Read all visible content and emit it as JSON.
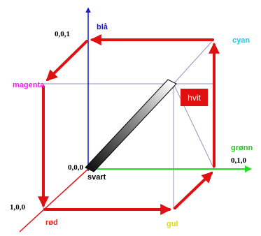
{
  "corners": {
    "coord_blue": "0,0,1",
    "coord_black": "0,0,0",
    "coord_red": "1,0,0",
    "coord_green": "0,1,0"
  },
  "color_names": {
    "blue": "blå",
    "cyan": "cyan",
    "magenta": "magenta",
    "white": "hvit",
    "green": "grønn",
    "black": "svart",
    "red": "rød",
    "yellow": "gul"
  },
  "colors": {
    "edge_arrows": "#e01010",
    "blue_axis": "#1a1acc",
    "green_axis": "#22dd22",
    "red_axis": "#e01010",
    "cube_lines": "#9b8fc0",
    "label_blue": "#1a1acc",
    "label_cyan": "#22c8e8",
    "label_magenta": "#ee22ee",
    "label_green": "#22cc22",
    "label_black": "#000000",
    "label_red": "#ee2222",
    "label_yellow": "#dddd00",
    "hvit_box": "#e01010"
  }
}
